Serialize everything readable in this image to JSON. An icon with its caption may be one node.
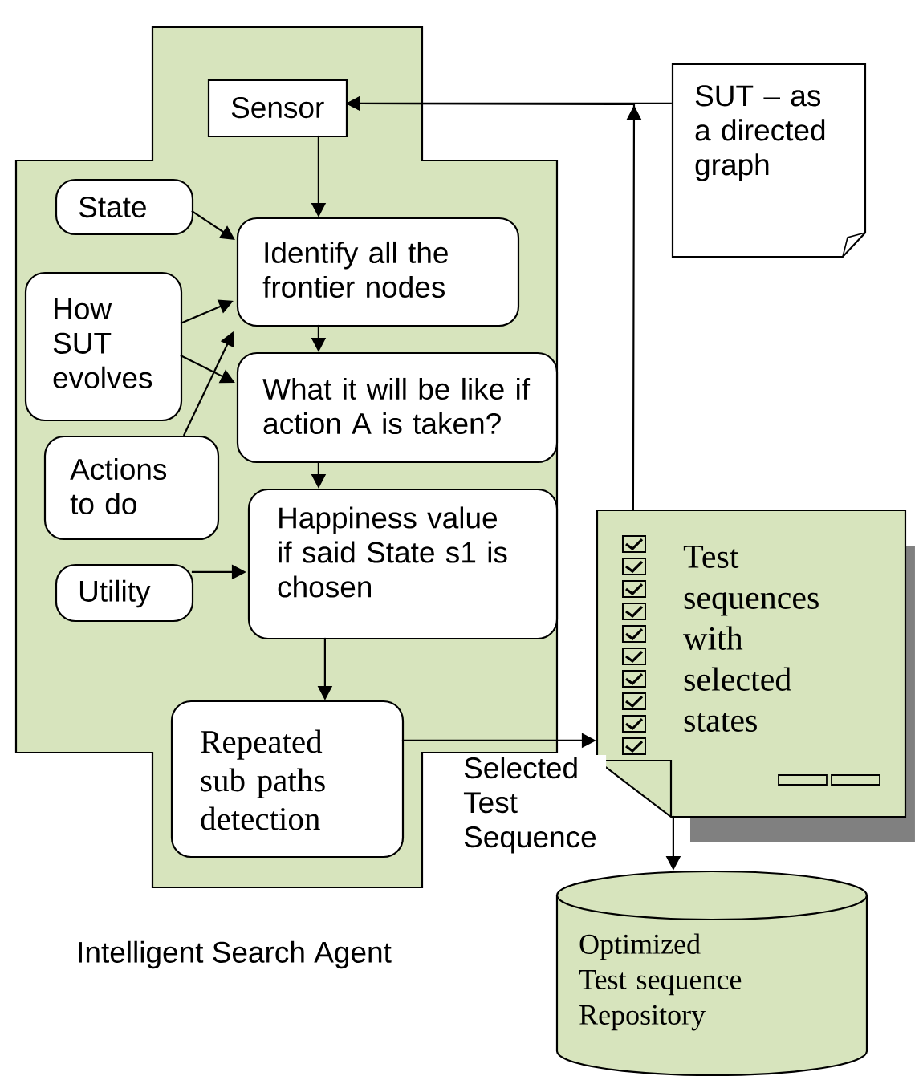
{
  "diagram": {
    "nodes": [
      {
        "text": [
          "Intelligent Search Agent"
        ]
      },
      {
        "text": [
          "Sensor"
        ],
        "in": 0
      },
      {
        "text": [
          "State"
        ],
        "in": 0
      },
      {
        "text": [
          "Identify all the frontier nodes"
        ],
        "in": 0
      },
      {
        "text": [
          "How SUT evolves"
        ],
        "in": 0
      },
      {
        "text": [
          "What it will be like if action A is taken?"
        ],
        "in": 0
      },
      {
        "text": [
          "Actions to do"
        ],
        "in": 0
      },
      {
        "text": [
          "Utility"
        ],
        "in": 0
      },
      {
        "text": [
          "Happiness value if said State s1 is chosen"
        ],
        "in": 0
      },
      {
        "text": [
          "Repeated sub paths detection"
        ],
        "in": 0
      },
      {
        "text": [
          "SUT – as a directed graph"
        ]
      },
      {
        "text": [
          "Test sequences with selected states"
        ]
      },
      {
        "text": [
          "Optimized Test sequence Repository"
        ]
      }
    ],
    "edges": [
      {
        "from": 10,
        "to": 1,
        "arrow": "to"
      },
      {
        "from": 11,
        "to": 1,
        "arrow": "to"
      },
      {
        "from": 1,
        "to": 3,
        "arrow": "to"
      },
      {
        "from": 2,
        "to": 3,
        "arrow": "to"
      },
      {
        "from": 4,
        "to": 3,
        "arrow": "to"
      },
      {
        "from": 4,
        "to": 5,
        "arrow": "to"
      },
      {
        "from": 6,
        "to": 3,
        "arrow": "to"
      },
      {
        "from": 3,
        "to": 5,
        "arrow": "to"
      },
      {
        "from": 5,
        "to": 8,
        "arrow": "to"
      },
      {
        "from": 7,
        "to": 8,
        "arrow": "to"
      },
      {
        "from": 8,
        "to": 9,
        "arrow": "to"
      },
      {
        "from": 9,
        "to": 11,
        "arrow": "to",
        "label": "Selected Test Sequence"
      },
      {
        "from": 11,
        "to": 12,
        "arrow": "to"
      }
    ]
  }
}
